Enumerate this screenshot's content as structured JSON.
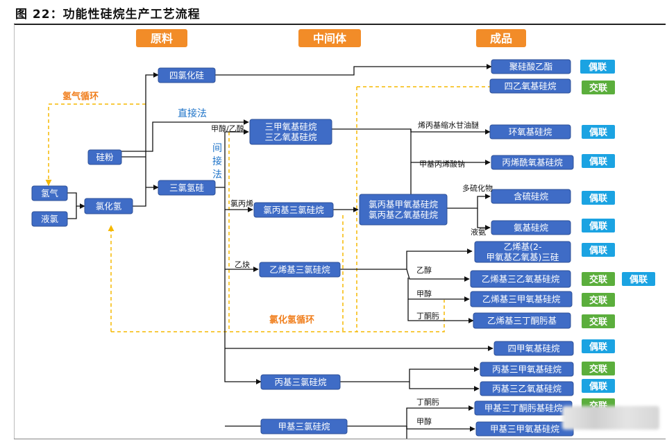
{
  "title": "图 22：功能性硅烷生产工艺流程",
  "colors": {
    "header_orange": "#F28C28",
    "node_blue": "#3F6CC6",
    "badge_cyan": "#1BA3E2",
    "badge_green": "#5BAE3C",
    "recycle_yellow": "#F5B800",
    "label_orange": "#F07F1E"
  },
  "headers": [
    {
      "id": "h-raw",
      "label": "原料"
    },
    {
      "id": "h-mid",
      "label": "中间体"
    },
    {
      "id": "h-out",
      "label": "成品"
    }
  ],
  "nodes": [
    {
      "id": "n-h2",
      "label": "氢气"
    },
    {
      "id": "n-lcl",
      "label": "液氯"
    },
    {
      "id": "n-hcl",
      "label": "氯化氢"
    },
    {
      "id": "n-si",
      "label": "硅粉"
    },
    {
      "id": "n-sicl4",
      "label": "四氯化硅"
    },
    {
      "id": "n-tcs",
      "label": "三氯氢硅"
    },
    {
      "id": "n-tms",
      "label": "三甲氧基硅烷/三乙氧基硅烷"
    },
    {
      "id": "n-cpt",
      "label": "氯丙基三氯硅烷"
    },
    {
      "id": "n-vtc",
      "label": "乙烯基三氯硅烷"
    },
    {
      "id": "n-cpm",
      "label": "氯丙基甲氧基硅烷/氯丙基乙氧基硅烷"
    },
    {
      "id": "n-ptc",
      "label": "丙基三氯硅烷"
    },
    {
      "id": "n-mtc",
      "label": "甲基三氯硅烷"
    },
    {
      "id": "p-1",
      "label": "聚硅酸乙酯"
    },
    {
      "id": "p-2",
      "label": "四乙氧基硅烷"
    },
    {
      "id": "p-3",
      "label": "环氧基硅烷"
    },
    {
      "id": "p-4",
      "label": "丙烯酰氧基硅烷"
    },
    {
      "id": "p-5",
      "label": "含硫硅烷"
    },
    {
      "id": "p-6",
      "label": "氨基硅烷"
    },
    {
      "id": "p-7",
      "label": "乙烯基(2-甲氧基乙氧基)三硅烷"
    },
    {
      "id": "p-8",
      "label": "乙烯基三乙氧基硅烷"
    },
    {
      "id": "p-9",
      "label": "乙烯基三甲氧基硅烷"
    },
    {
      "id": "p-10",
      "label": "乙烯基三丁酮肟基"
    },
    {
      "id": "p-11",
      "label": "四甲氧基硅烷"
    },
    {
      "id": "p-12",
      "label": "丙基三甲氧基硅烷"
    },
    {
      "id": "p-13",
      "label": "丙基三乙氧基硅烷"
    },
    {
      "id": "p-14",
      "label": "甲基三丁酮肟基硅烷"
    },
    {
      "id": "p-15",
      "label": "甲基三甲氧基硅烷"
    }
  ],
  "badges": [
    {
      "id": "b-1",
      "label": "偶联",
      "kind": "cyan"
    },
    {
      "id": "b-2",
      "label": "交联",
      "kind": "green"
    },
    {
      "id": "b-3",
      "label": "偶联",
      "kind": "cyan"
    },
    {
      "id": "b-4",
      "label": "偶联",
      "kind": "cyan"
    },
    {
      "id": "b-5",
      "label": "偶联",
      "kind": "cyan"
    },
    {
      "id": "b-6",
      "label": "偶联",
      "kind": "cyan"
    },
    {
      "id": "b-7",
      "label": "偶联",
      "kind": "cyan"
    },
    {
      "id": "b-8a",
      "label": "交联",
      "kind": "green"
    },
    {
      "id": "b-8b",
      "label": "偶联",
      "kind": "cyan"
    },
    {
      "id": "b-9",
      "label": "交联",
      "kind": "green"
    },
    {
      "id": "b-10",
      "label": "交联",
      "kind": "green"
    },
    {
      "id": "b-11",
      "label": "偶联",
      "kind": "cyan"
    },
    {
      "id": "b-12",
      "label": "交联",
      "kind": "green"
    },
    {
      "id": "b-13",
      "label": "偶联",
      "kind": "cyan"
    },
    {
      "id": "b-14",
      "label": "交联",
      "kind": "green"
    }
  ],
  "labels": [
    {
      "id": "l-h2cycle",
      "text": "氢气循环",
      "style": "orange"
    },
    {
      "id": "l-hclcycle",
      "text": "氯化氢循环",
      "style": "orange"
    },
    {
      "id": "l-direct",
      "text": "直接法",
      "style": "blue"
    },
    {
      "id": "l-indirect",
      "text": "间接法",
      "style": "blue"
    },
    {
      "id": "l-meoh-etoh",
      "text": "甲醇/乙醇",
      "style": "black"
    },
    {
      "id": "l-allylcl",
      "text": "氯丙烯",
      "style": "black"
    },
    {
      "id": "l-acetylene",
      "text": "乙炔",
      "style": "black"
    },
    {
      "id": "l-glycidyl",
      "text": "烯丙基缩水甘油醚",
      "style": "black"
    },
    {
      "id": "l-methacrylate",
      "text": "甲基丙烯酸钠",
      "style": "black"
    },
    {
      "id": "l-polysulfide",
      "text": "多硫化物",
      "style": "black"
    },
    {
      "id": "l-ammonia",
      "text": "液氨",
      "style": "black"
    },
    {
      "id": "l-etoh",
      "text": "乙醇",
      "style": "black"
    },
    {
      "id": "l-meoh",
      "text": "甲醇",
      "style": "black"
    },
    {
      "id": "l-mekoxime",
      "text": "丁酮肟",
      "style": "black"
    },
    {
      "id": "l-mekoxime2",
      "text": "丁酮肟",
      "style": "black"
    },
    {
      "id": "l-meoh2",
      "text": "甲醇",
      "style": "black"
    }
  ]
}
